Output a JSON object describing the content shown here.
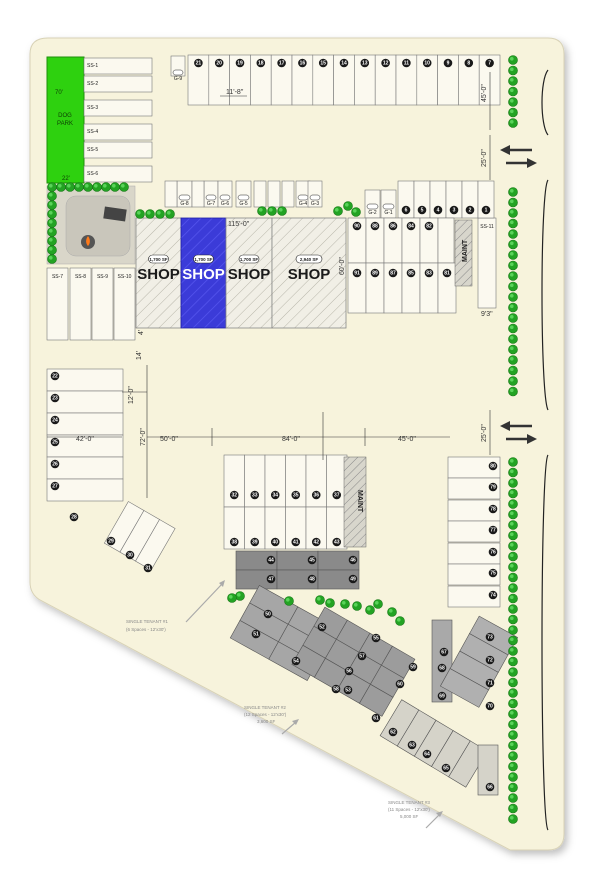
{
  "site": {
    "dog_park": "DOG\nPARK",
    "dog_park_w": "70'",
    "dog_park_h": "22'",
    "maint_east": "MAINT",
    "maint_center": "MAINT"
  },
  "shops": [
    {
      "label": "SHOP",
      "sf": "1,700 SF",
      "style": "hatch"
    },
    {
      "label": "SHOP",
      "sf": "1,700 SF",
      "style": "selected"
    },
    {
      "label": "SHOP",
      "sf": "1,700 SF",
      "style": "hatch"
    },
    {
      "label": "SHOP",
      "sf": "2,940 SF",
      "style": "hatch"
    }
  ],
  "storage_ss": [
    "SS-1",
    "SS-2",
    "SS-3",
    "SS-4",
    "SS-5",
    "SS-6",
    "SS-7",
    "SS-8",
    "SS-9",
    "SS-10",
    "SS-11"
  ],
  "garages": [
    "G-9",
    "G-8",
    "G-7",
    "G-6",
    "G-5",
    "G-4",
    "G-3",
    "G-2",
    "G-1"
  ],
  "top_row_units": [
    "21",
    "20",
    "19",
    "18",
    "17",
    "16",
    "15",
    "14",
    "13",
    "12",
    "11",
    "10",
    "9",
    "8",
    "7"
  ],
  "north_cluster_units": [
    "6",
    "5",
    "4",
    "3",
    "2",
    "1",
    "90",
    "88",
    "86",
    "84",
    "82",
    "91",
    "89",
    "87",
    "85",
    "83",
    "81"
  ],
  "west_units": [
    "22",
    "23",
    "24",
    "25",
    "26",
    "27",
    "28",
    "29",
    "30",
    "31"
  ],
  "center_units": [
    "32",
    "33",
    "34",
    "35",
    "36",
    "37",
    "38",
    "39",
    "40",
    "41",
    "42",
    "43",
    "44",
    "45",
    "46",
    "47",
    "48",
    "49"
  ],
  "east_units": [
    "80",
    "79",
    "78",
    "77",
    "76",
    "75",
    "74"
  ],
  "south_units": [
    "50",
    "51",
    "52",
    "53",
    "54",
    "55",
    "56",
    "57",
    "58",
    "59",
    "60",
    "61",
    "62",
    "63",
    "64",
    "65",
    "66",
    "67",
    "68",
    "69",
    "70",
    "71",
    "72",
    "73"
  ],
  "dimensions": {
    "d_11_8": "11'-8\"",
    "d_45_top": "45'-0\"",
    "d_25_a": "25'-0\"",
    "d_25_b": "25'-0\"",
    "d_115": "115'-0\"",
    "d_60": "60'-0\"",
    "d_9_3": "9'3\"",
    "d_42": "42'-0\"",
    "d_72": "72'-0\"",
    "d_12": "12'-0\"",
    "d_50": "50'-0\"",
    "d_84": "84'-0\"",
    "d_45_mid": "45'-0\"",
    "d_14": "14'",
    "d_4": "4'"
  },
  "tenants": [
    {
      "title": "SINGLE TENANT #1",
      "spaces": "(6 Spaces - 12'x30')",
      "sf": ""
    },
    {
      "title": "SINGLE TENANT #2",
      "spaces": "(12 Spaces - 12'x30')",
      "sf": "3,600 SF"
    },
    {
      "title": "SINGLE TENANT #3",
      "spaces": "(11 Spaces - 12'x30')",
      "sf": "5,000 SF"
    }
  ],
  "colors": {
    "background": "#f7f3dc",
    "dog_park": "#2ed10f",
    "selected_shop": "#3b3bd8",
    "unit_badge": "#1a1a1a",
    "tree": "#23a323",
    "tenant_block": "#9a9a9a"
  }
}
